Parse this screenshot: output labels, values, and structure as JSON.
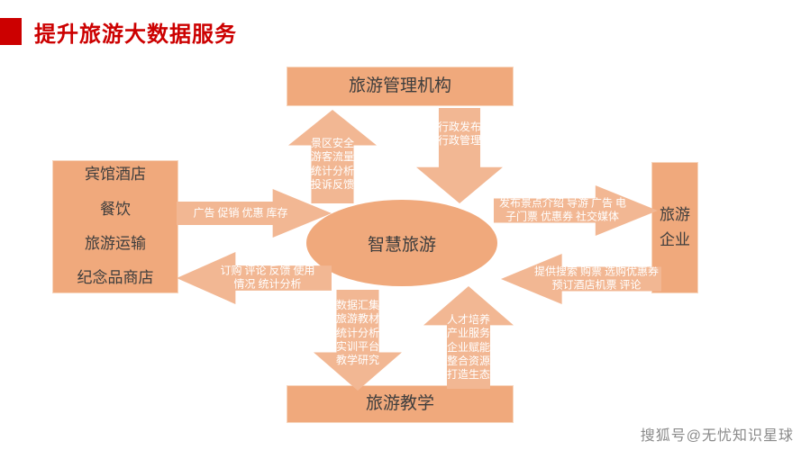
{
  "slide": {
    "title": "提升旅游大数据服务",
    "accent_color": "#CC0000",
    "node_fill": "#F0A97C",
    "arrow_fill": "#F2B793",
    "background": "#FFFFFF"
  },
  "hub": {
    "label": "智慧旅游"
  },
  "nodes": {
    "top": {
      "label": "旅游管理机构"
    },
    "bottom": {
      "label": "旅游教学"
    },
    "left": {
      "lines": [
        "宾馆酒店",
        "餐饮",
        "旅游运输",
        "纪念品商店"
      ]
    },
    "right": {
      "lines": [
        "旅游",
        "企业"
      ]
    }
  },
  "arrows": {
    "left_in": {
      "direction": "right",
      "lines": [
        "广告 促销 优惠 库存"
      ]
    },
    "left_out": {
      "direction": "left",
      "lines": [
        "订购 评论 反馈 使用",
        "情况 统计分析"
      ]
    },
    "right_in": {
      "direction": "right",
      "lines": [
        "发布景点介绍 导游 广告 电",
        "子门票 优惠券 社交媒体"
      ]
    },
    "right_out": {
      "direction": "left",
      "lines": [
        "提供搜索 购票 选购优惠券",
        "预订酒店机票 评论"
      ]
    },
    "top_up": {
      "direction": "up",
      "lines": [
        "景区安全",
        "游客流量",
        "统计分析",
        "投诉反馈"
      ]
    },
    "top_down": {
      "direction": "down",
      "lines": [
        "行政发布",
        "行政管理"
      ]
    },
    "bottom_down": {
      "direction": "down",
      "lines": [
        "数据汇集",
        "旅游教材",
        "统计分析",
        "实训平台",
        "教学研究"
      ]
    },
    "bottom_up": {
      "direction": "up",
      "lines": [
        "人才培养",
        "产业服务",
        "企业赋能",
        "整合资源",
        "打造生态"
      ]
    }
  },
  "watermark": {
    "text": "搜狐号@无忧知识星球"
  }
}
